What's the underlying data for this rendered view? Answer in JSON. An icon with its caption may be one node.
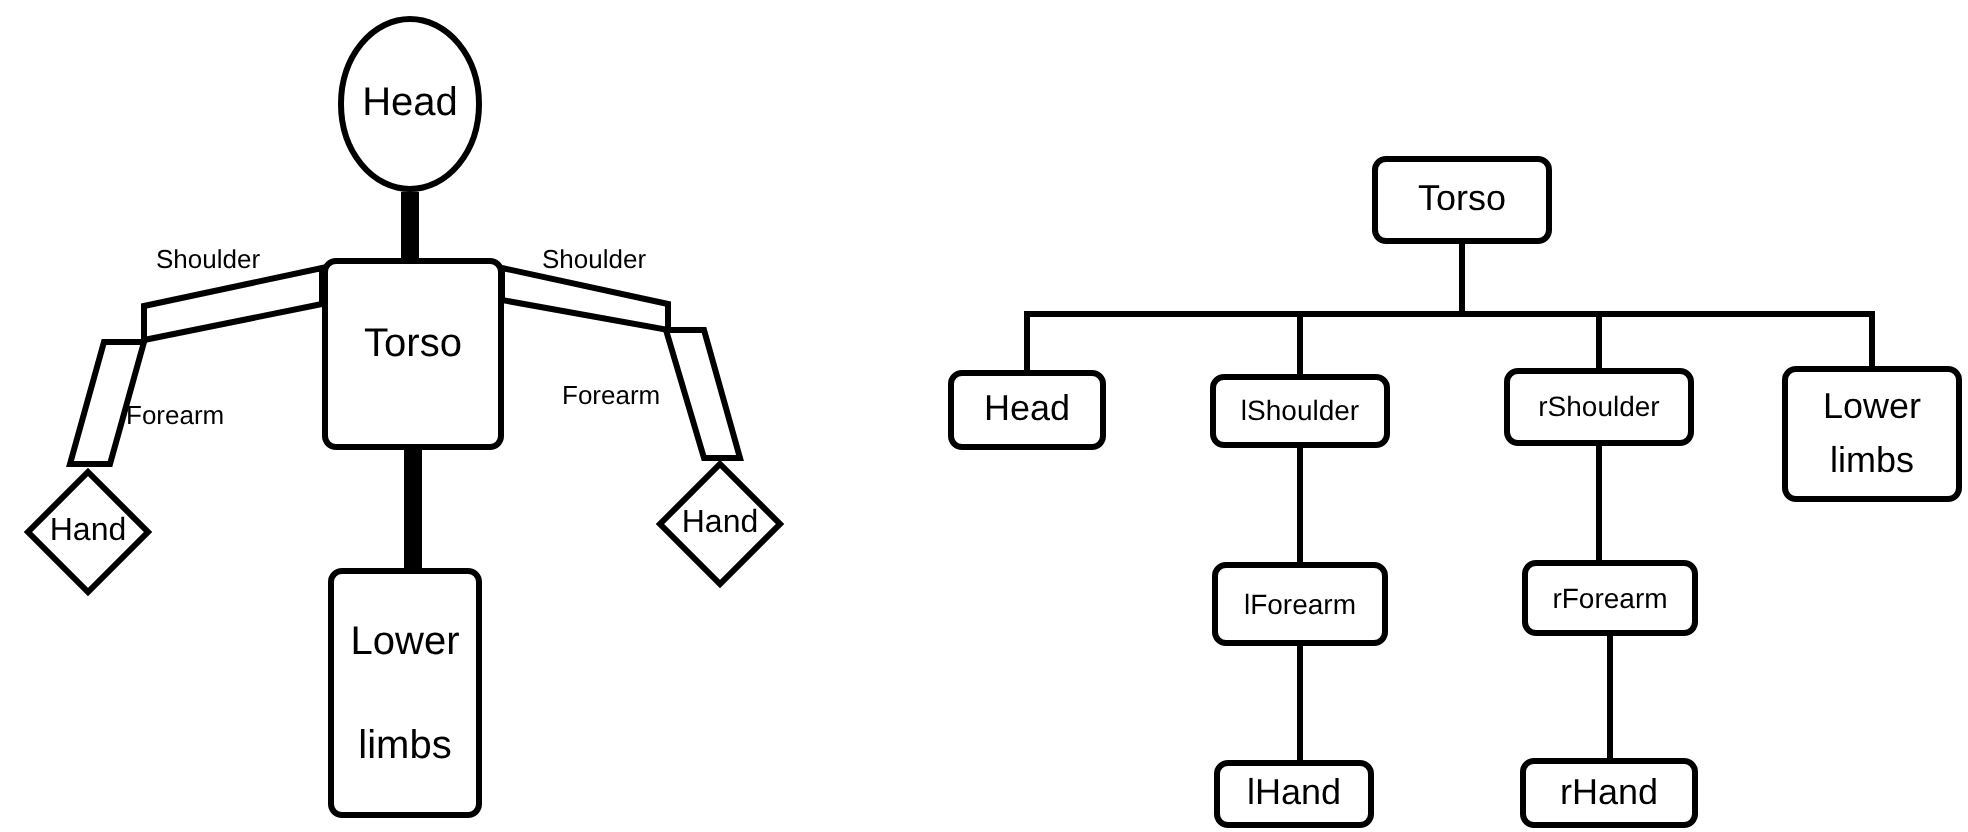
{
  "diagram": {
    "nodes": [
      {
        "text": [
          "Head"
        ]
      },
      {
        "text": [
          "Torso"
        ]
      },
      {
        "text": [
          "Lower limbs"
        ]
      },
      {
        "text": [
          "Shoulder"
        ]
      },
      {
        "text": [
          "Forearm"
        ]
      },
      {
        "text": [
          "Hand"
        ]
      },
      {
        "text": [
          "Shoulder"
        ]
      },
      {
        "text": [
          "Forearm"
        ]
      },
      {
        "text": [
          "Hand"
        ]
      },
      {
        "text": [
          "Torso"
        ]
      },
      {
        "text": [
          "Head"
        ]
      },
      {
        "text": [
          "lShoulder"
        ]
      },
      {
        "text": [
          "rShoulder"
        ]
      },
      {
        "text": [
          "Lower limbs"
        ]
      },
      {
        "text": [
          "lForearm"
        ]
      },
      {
        "text": [
          "rForearm"
        ]
      },
      {
        "text": [
          "lHand"
        ]
      },
      {
        "text": [
          "rHand"
        ]
      }
    ],
    "edges": [
      {
        "from": 0,
        "to": 1,
        "arrow": "none",
        "style": "thick"
      },
      {
        "from": 1,
        "to": 2,
        "arrow": "none",
        "style": "thick"
      },
      {
        "from": 9,
        "to": 10,
        "arrow": "none"
      },
      {
        "from": 9,
        "to": 11,
        "arrow": "none"
      },
      {
        "from": 9,
        "to": 12,
        "arrow": "none"
      },
      {
        "from": 9,
        "to": 13,
        "arrow": "none"
      },
      {
        "from": 11,
        "to": 14,
        "arrow": "none"
      },
      {
        "from": 14,
        "to": 16,
        "arrow": "none"
      },
      {
        "from": 12,
        "to": 15,
        "arrow": "none"
      },
      {
        "from": 15,
        "to": 17,
        "arrow": "none"
      }
    ]
  }
}
